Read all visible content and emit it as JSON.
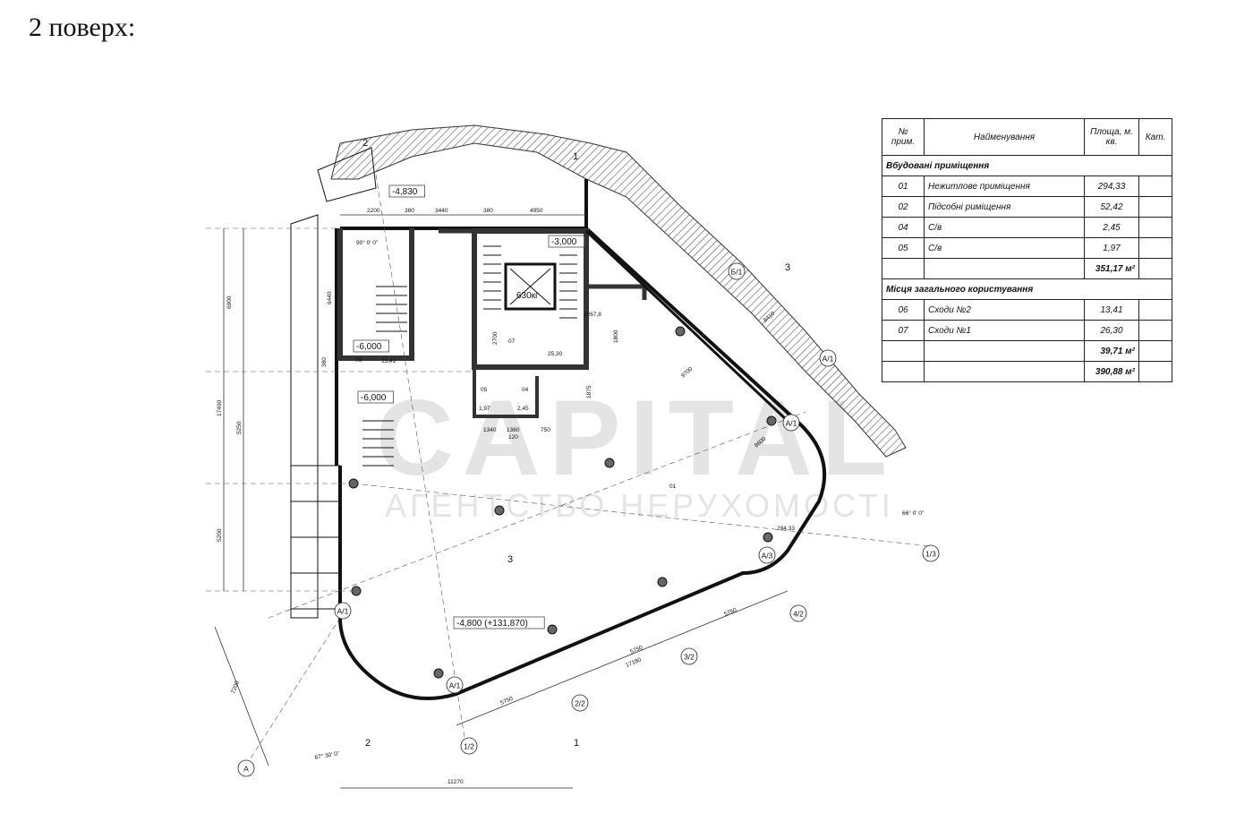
{
  "heading": "2 поверх:",
  "watermark": {
    "line1": "CAPITAL",
    "line2": "АГЕНТСТВО НЕРУХОМОСТІ"
  },
  "table": {
    "headers": [
      "№ прим.",
      "Найменування",
      "Площа, м. кв.",
      "Кат."
    ],
    "section1": "Вбудовані приміщення",
    "rows1": [
      {
        "num": "01",
        "name": "Нежитлове приміщення",
        "area": "294,33"
      },
      {
        "num": "02",
        "name": "Підсобні риміщення",
        "area": "52,42"
      },
      {
        "num": "04",
        "name": "С/в",
        "area": "2,45"
      },
      {
        "num": "05",
        "name": "С/в",
        "area": "1,97"
      }
    ],
    "subtotal1": "351,17 м²",
    "section2": "Місця загального користування",
    "rows2": [
      {
        "num": "06",
        "name": "Сходи №2",
        "area": "13,41"
      },
      {
        "num": "07",
        "name": "Сходи №1",
        "area": "26,30"
      }
    ],
    "subtotal2": "39,71 м²",
    "total": "390,88 м²"
  },
  "plan": {
    "levels": [
      "-4,830",
      "-3,000",
      "-6,000",
      "-6,000",
      "-4,800 (+131,870)"
    ],
    "dims_top": [
      "2200",
      "380",
      "3440",
      "380",
      "4950"
    ],
    "dims_left": [
      "6900",
      "6440",
      "17400",
      "5250",
      "5200",
      "380"
    ],
    "dims_bottom": [
      "11270",
      "17180",
      "5750",
      "5750",
      "5750",
      "7200"
    ],
    "dims_misc": [
      "3267,8",
      "9700",
      "13,41",
      "25,30",
      "1,97",
      "2,45",
      "1340",
      "1360",
      "750",
      "120",
      "1875",
      "2700",
      "1800",
      "8600",
      "8410"
    ],
    "rooms": [
      "06",
      "07",
      "05",
      "04",
      "01"
    ],
    "room_area_label": "294,33",
    "elevator": "630кг",
    "angles": [
      "90° 0' 0\"",
      "66° 0' 0\"",
      "67° 30' 0\""
    ],
    "axes": [
      "А",
      "Б/1",
      "А/1",
      "А/1",
      "А/3",
      "А/1",
      "А/1",
      "1/3",
      "4/2",
      "3/2",
      "2/2",
      "1/2"
    ],
    "section_marks": [
      "2",
      "1",
      "3",
      "3",
      "2",
      "1"
    ]
  }
}
